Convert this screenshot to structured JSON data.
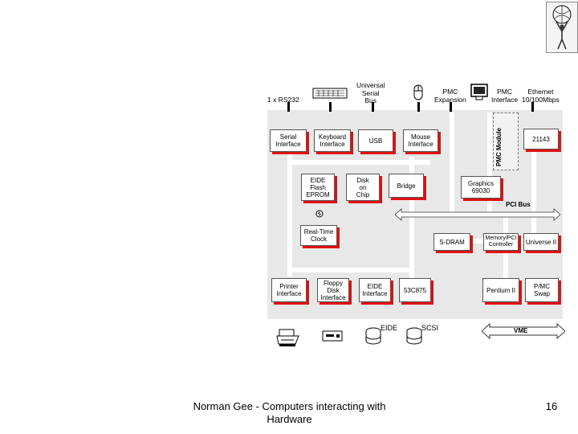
{
  "slide": {
    "footer_left": "Norman Gee - Computers interacting with\nHardware",
    "page_number": "16"
  },
  "top_labels": {
    "rs232": "1 x RS232",
    "usb": "Universal\nSerial\nBus",
    "pmc_expansion": "PMC\nExpansion",
    "pmc_interface": "PMC\nInterface",
    "ethernet": "Ethernet\n10/100Mbps"
  },
  "boxes": {
    "serial": "Serial\nInterface",
    "keyboard": "Keyboard\nInterface",
    "usb": "USB",
    "mouse": "Mouse\nInterface",
    "e21143": "21143",
    "eide_eprom": "EIDE\nFlash\nEPROM",
    "disk_on_chip": "Disk\non\nChip",
    "bridge": "Bridge",
    "graphics": "Graphics\n69030",
    "rtc": "Real-Time\nClock",
    "sdram": "S-DRAM",
    "mem_ctrl": "Memory/PCI\nController",
    "universe": "Universe II",
    "printer": "Printer\nInterface",
    "floppy": "Floppy\nDisk\nInterface",
    "eide_if": "EIDE\nInterface",
    "scsi_chip": "53C875",
    "pentium": "Pentium II",
    "pmc_swap": "P/MC\nSwap"
  },
  "bus_labels": {
    "pmc_module": "PMC Module",
    "pci_bus": "PCI Bus",
    "eide": "EIDE",
    "scsi": "SCSI",
    "vme": "VME"
  }
}
